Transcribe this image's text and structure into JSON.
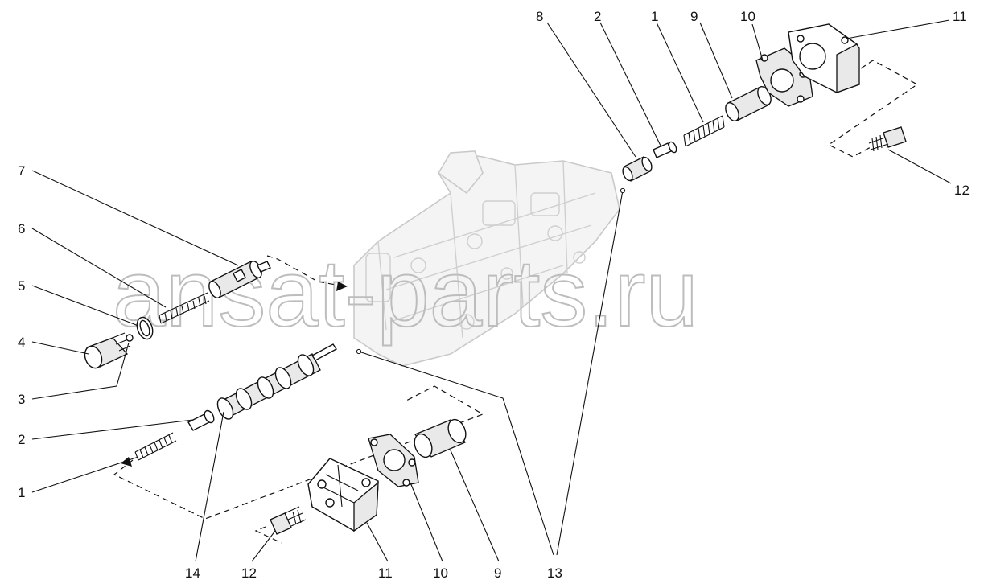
{
  "watermark": "ansat-parts.ru",
  "callouts": {
    "c8": "8",
    "c2_top": "2",
    "c1_top": "1",
    "c9_top": "9",
    "c10_top": "10",
    "c11_top": "11",
    "c12_right": "12",
    "c7": "7",
    "c6": "6",
    "c5": "5",
    "c4": "4",
    "c3": "3",
    "c2_left": "2",
    "c1_left": "1",
    "c14": "14",
    "c12_bottom": "12",
    "c11_bottom": "11",
    "c10_bottom": "10",
    "c9_bottom": "9",
    "c13": "13"
  }
}
